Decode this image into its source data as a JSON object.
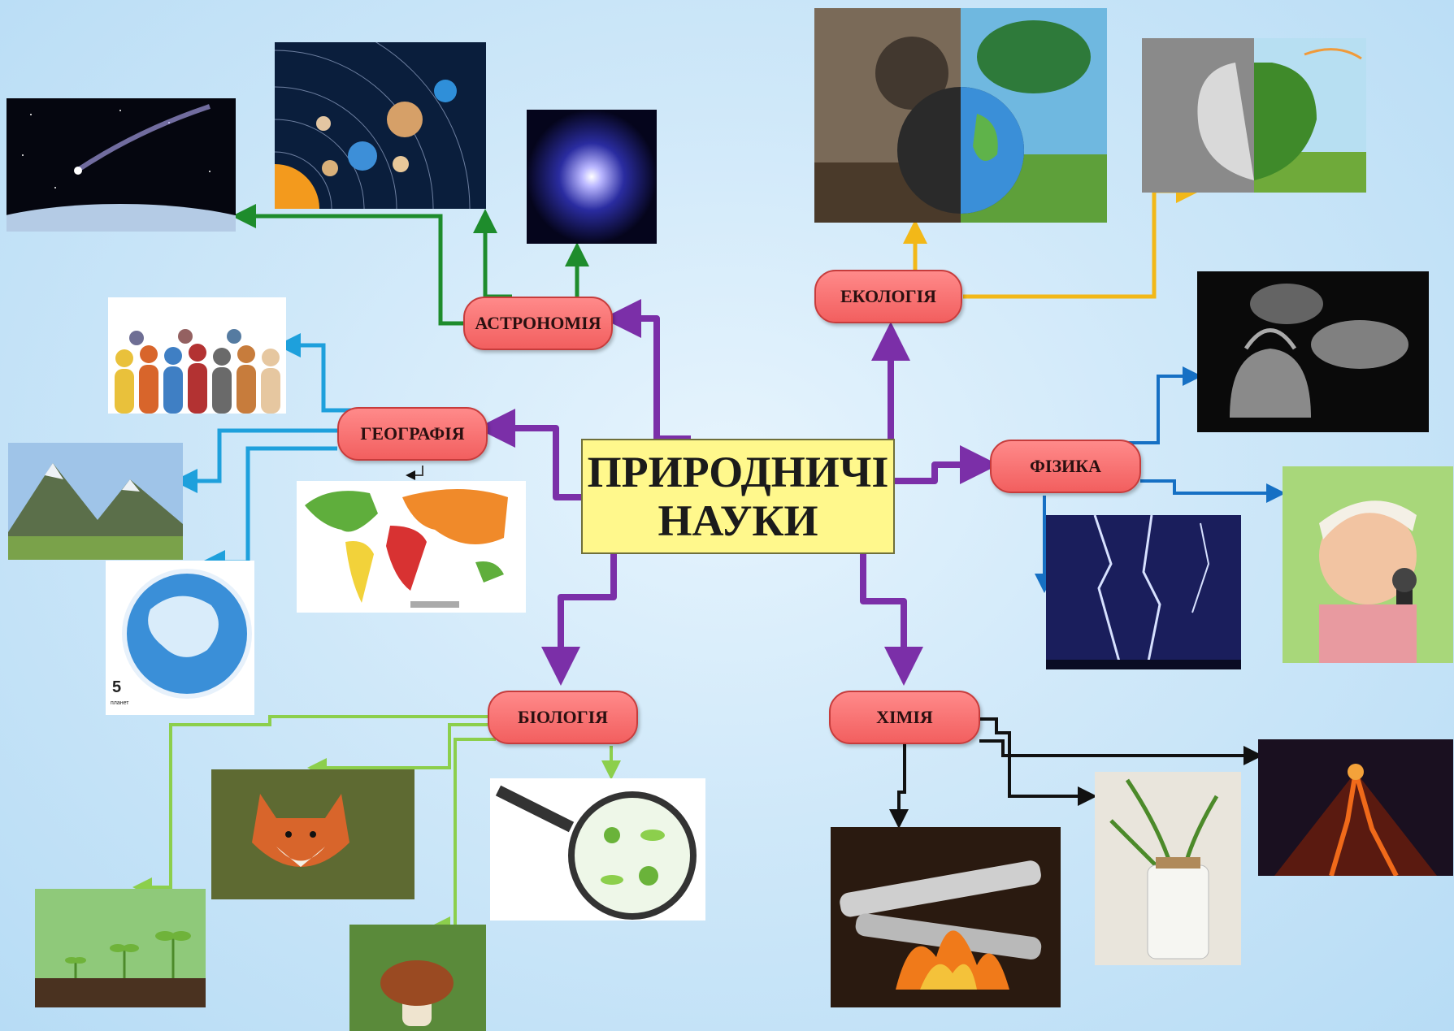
{
  "center": {
    "line1": "ПРИРОДНИЧІ",
    "line2": "НАУКИ"
  },
  "branches": {
    "astronomy": "АСТРОНОМІЯ",
    "geography": "ГЕОГРАФІЯ",
    "ecology": "ЕКОЛОГІЯ",
    "physics": "ФІЗИКА",
    "biology": "БІОЛОГІЯ",
    "chemistry": "ХІМІЯ"
  },
  "geo_badge": {
    "number": "5",
    "word": "планет"
  },
  "colors": {
    "main_arrow": "#7b2fa8",
    "astronomy_arrow": "#1e8c2c",
    "geography_arrow": "#1ea0dc",
    "ecology_arrow": "#f2b818",
    "physics_arrow": "#1670c4",
    "biology_arrow": "#8ccf4c",
    "chemistry_arrow": "#111111",
    "node_fill": "#f46a6a",
    "center_fill": "#fff88c"
  },
  "pictures": [
    "comet-image",
    "solar-system-image",
    "star-image",
    "crowd-image",
    "mountains-image",
    "world-map-image",
    "antarctica-image",
    "earth-pollution-image",
    "head-trees-image",
    "kettle-steam-image",
    "lightning-image",
    "girl-singing-image",
    "fox-image",
    "microbes-magnifier-image",
    "sprouts-image",
    "mushroom-image",
    "campfire-image",
    "jar-plant-image",
    "volcano-image"
  ]
}
